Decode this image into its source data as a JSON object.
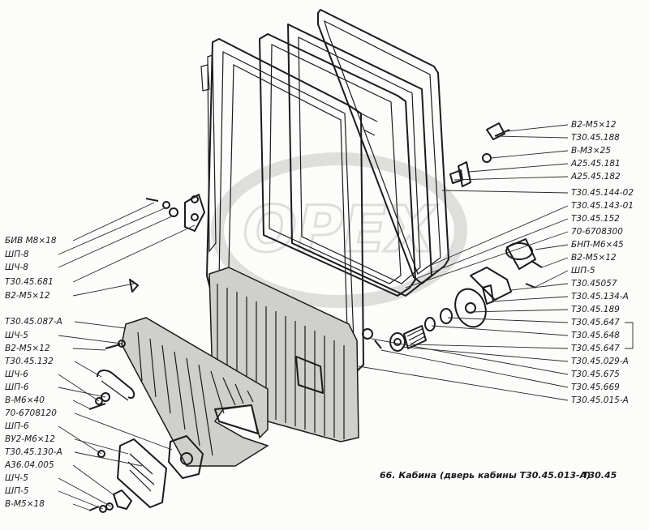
{
  "labels_left": [
    "БИВ М8×18",
    "ШП-8",
    "ШЧ-8",
    "Т30.45.681",
    "В2-М5×12",
    "Т30.45.087-А",
    "ШЧ-5",
    "В2-М5×12",
    "Т30.45.132",
    "ШЧ-6",
    "ШП-6",
    "В-М6×40",
    "70-6708120",
    "ШП-6",
    "ВУ2-М6×12",
    "Т30.45.130-А",
    "А36.04.005",
    "ШЧ-5",
    "ШП-5",
    "В-М5×18"
  ],
  "labels_right": [
    "В2-М5×12",
    "Т30.45.188",
    "В-М3×25",
    "А25.45.181",
    "А25.45.182",
    "Т30.45.144-02",
    "Т30.45.143-01",
    "Т30.45.152",
    "70-6708300",
    "БНП-М6×45",
    "В2-М5×12",
    "ШП-5",
    "Т30.45057",
    "Т30.45.134-А",
    "Т30.45.189",
    "Т30.45.647",
    "Т30.45.648",
    "Т30.45.647",
    "Т30.45.029-А",
    "Т30.45.675",
    "Т30.45.669",
    "Т30.45.015-А"
  ],
  "caption": {
    "text": "66. Кабина (дверь кабины Т30.45.013-А)",
    "code": "Т30.45"
  },
  "watermark": "OPEX"
}
